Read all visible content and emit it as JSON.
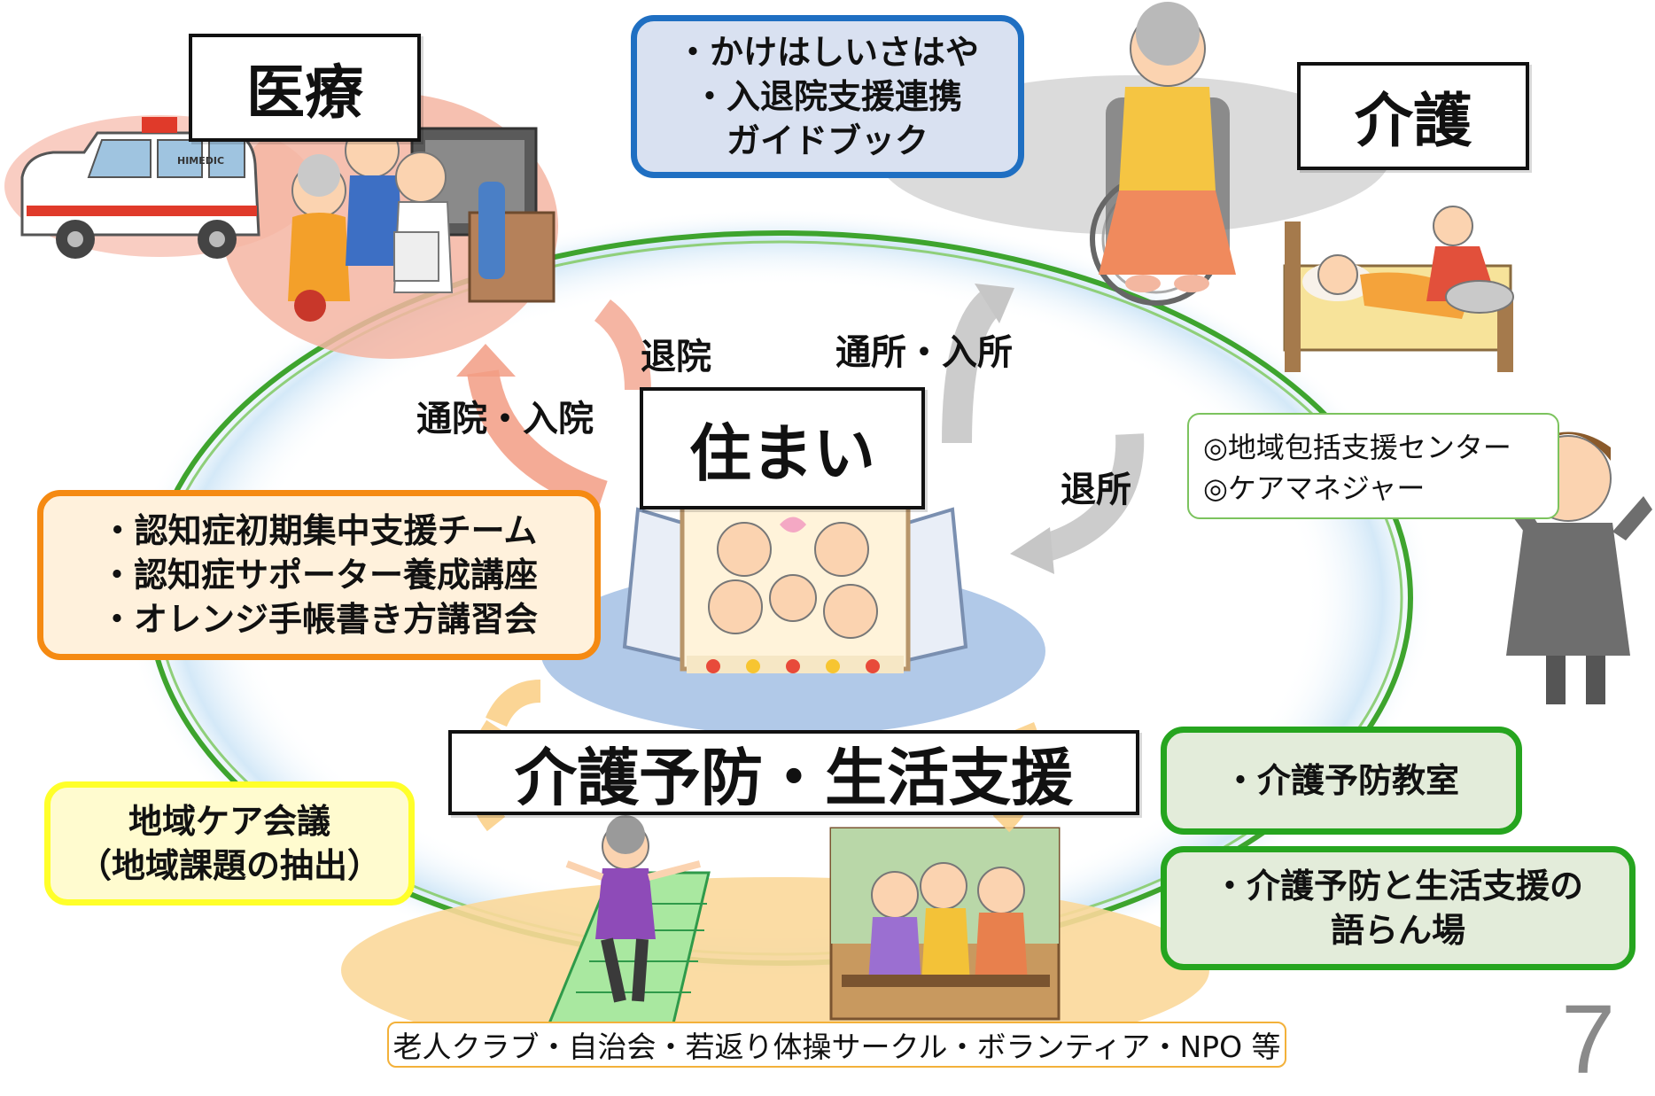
{
  "nodes": {
    "medical": "医療",
    "care": "介護",
    "home": "住まい",
    "prevention": "介護予防・生活支援"
  },
  "flows": {
    "clinic_visit": "通院・入院",
    "discharge_hospital": "退院",
    "facility_visit": "通所・入所",
    "discharge_facility": "退所"
  },
  "info_boxes": {
    "kakehashi": [
      "・かけはしいさはや",
      "・入退院支援連携",
      "ガイドブック"
    ],
    "dementia": [
      "・認知症初期集中支援チーム",
      "・認知症サポーター養成講座",
      "・オレンジ手帳書き方講習会"
    ],
    "community_meeting": [
      "地域ケア会議",
      "（地域課題の抽出）"
    ],
    "care_center": [
      "◎地域包括支援センター",
      "◎ケアマネジャー"
    ],
    "prevention_class": "・介護予防教室",
    "prevention_talk": [
      "・介護予防と生活支援の",
      "語らん場"
    ],
    "organizations": "老人クラブ・自治会・若返り体操サークル・ボランティア・NPO 等"
  },
  "ambulance_text": "HIMEDIC",
  "page_number": "7",
  "colors": {
    "ring_green": "#3ea42e",
    "ring_glow": "#cfe6f7",
    "arrow_salmon": "#f29c84",
    "arrow_gray": "#c6c6c6",
    "arrow_orange": "#fbd08a",
    "oval_pink": "#f7c1b3",
    "oval_gray": "#d5d5d5",
    "oval_blue": "#a9c3e6",
    "oval_yellow": "#fbd89a",
    "border_blue": "#1f6fc2",
    "border_orange": "#f58a12",
    "border_yellow": "#ffff2a",
    "border_green": "#26a51f"
  }
}
